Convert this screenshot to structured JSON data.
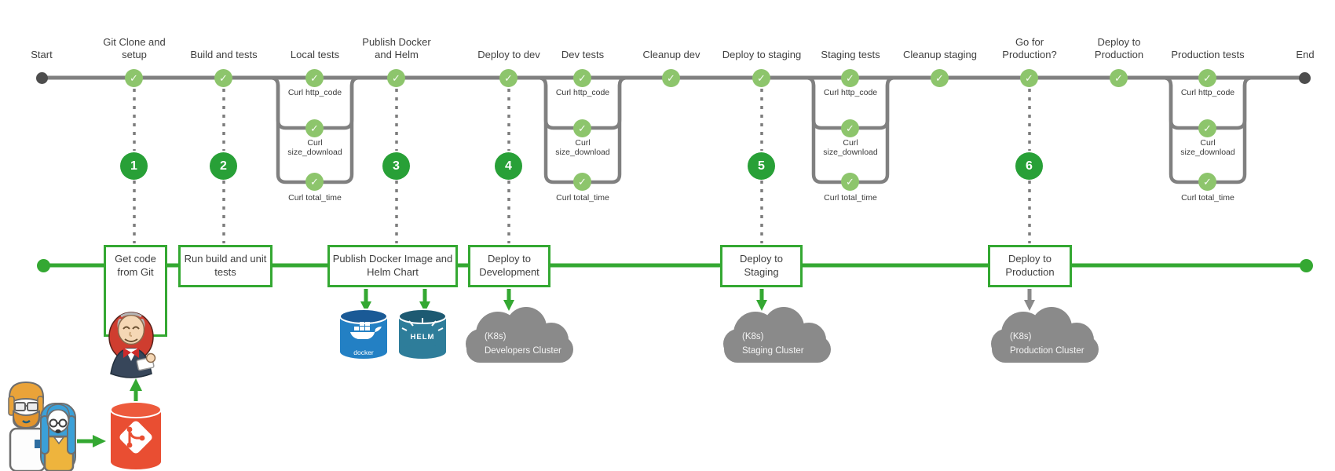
{
  "timeline": {
    "start_label": "Start",
    "end_label": "End",
    "check_glyph": "✓",
    "stages": [
      {
        "label": "Git Clone and setup"
      },
      {
        "label": "Build and tests"
      },
      {
        "label": "Local tests"
      },
      {
        "label": "Publish Docker and Helm"
      },
      {
        "label": "Deploy to dev"
      },
      {
        "label": "Dev tests"
      },
      {
        "label": "Cleanup dev"
      },
      {
        "label": "Deploy to staging"
      },
      {
        "label": "Staging tests"
      },
      {
        "label": "Cleanup staging"
      },
      {
        "label": "Go for Production?"
      },
      {
        "label": "Deploy to Production"
      },
      {
        "label": "Production tests"
      }
    ],
    "curl_labels": {
      "http": "Curl http_code",
      "size": "Curl size_download",
      "time": "Curl total_time"
    },
    "step_numbers": [
      "1",
      "2",
      "3",
      "4",
      "5",
      "6"
    ]
  },
  "pipeline_boxes": [
    {
      "label": "Get code from Git"
    },
    {
      "label": "Run build and unit tests"
    },
    {
      "label": "Publish Docker Image and Helm Chart"
    },
    {
      "label": "Deploy to Development"
    },
    {
      "label": "Deploy to Staging"
    },
    {
      "label": "Deploy to Production"
    }
  ],
  "artifacts": {
    "docker_label": "docker",
    "helm_label": "HELM"
  },
  "clusters": [
    {
      "line1": "(K8s)",
      "line2": "Developers Cluster"
    },
    {
      "line1": "(K8s)",
      "line2": "Staging Cluster"
    },
    {
      "line1": "(K8s)",
      "line2": "Production Cluster"
    }
  ],
  "colors": {
    "accent_green": "#34a832",
    "light_check_green": "#8dc56c",
    "step_green": "#28a037",
    "line_gray": "#808080",
    "cloud_gray": "#8a8a8a",
    "docker_blue": "#2380c4",
    "helm_teal": "#2e7d9a",
    "git_red": "#e94e32"
  }
}
